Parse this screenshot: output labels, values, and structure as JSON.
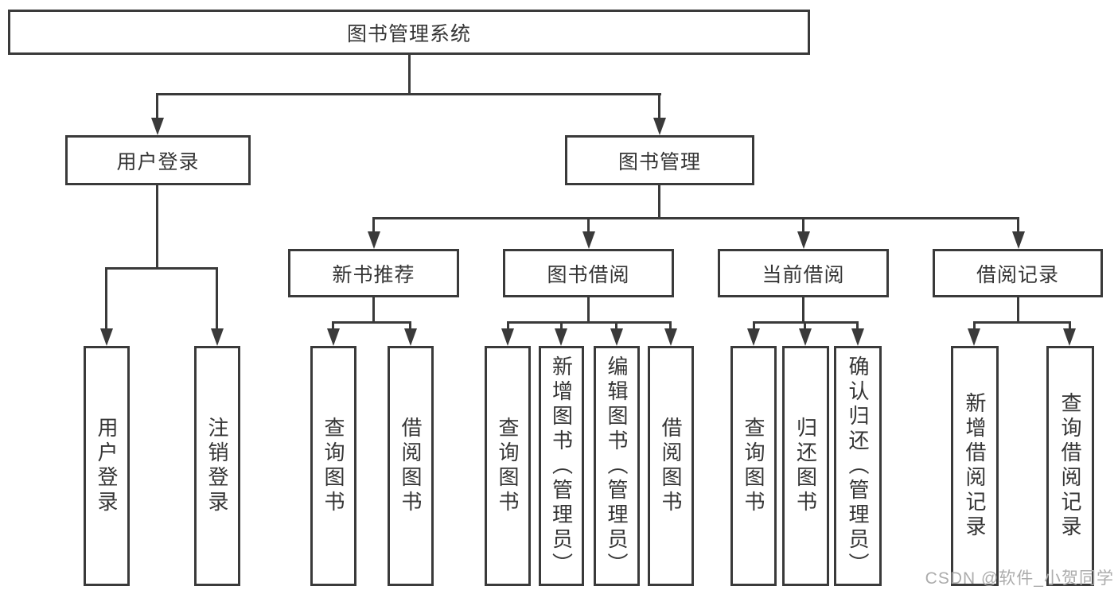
{
  "tree": {
    "root": {
      "label": "图书管理系统"
    },
    "branches": [
      {
        "label": "用户登录",
        "children": [
          {
            "label": "用户登录"
          },
          {
            "label": "注销登录"
          }
        ]
      },
      {
        "label": "图书管理",
        "children": [
          {
            "label": "新书推荐",
            "children": [
              {
                "label": "查询图书"
              },
              {
                "label": "借阅图书"
              }
            ]
          },
          {
            "label": "图书借阅",
            "children": [
              {
                "label": "查询图书"
              },
              {
                "label": "新增图书（管理员）"
              },
              {
                "label": "编辑图书（管理员）"
              },
              {
                "label": "借阅图书"
              }
            ]
          },
          {
            "label": "当前借阅",
            "children": [
              {
                "label": "查询图书"
              },
              {
                "label": "归还图书"
              },
              {
                "label": "确认归还（管理员）"
              }
            ]
          },
          {
            "label": "借阅记录",
            "children": [
              {
                "label": "新增借阅记录"
              },
              {
                "label": "查询借阅记录"
              }
            ]
          }
        ]
      }
    ]
  },
  "watermark": {
    "text": "CSDN @软件_小贺同学"
  },
  "colors": {
    "line": "#3a3a3a",
    "text": "#353535",
    "background": "#ffffff",
    "watermark": "#a8a8a8"
  }
}
